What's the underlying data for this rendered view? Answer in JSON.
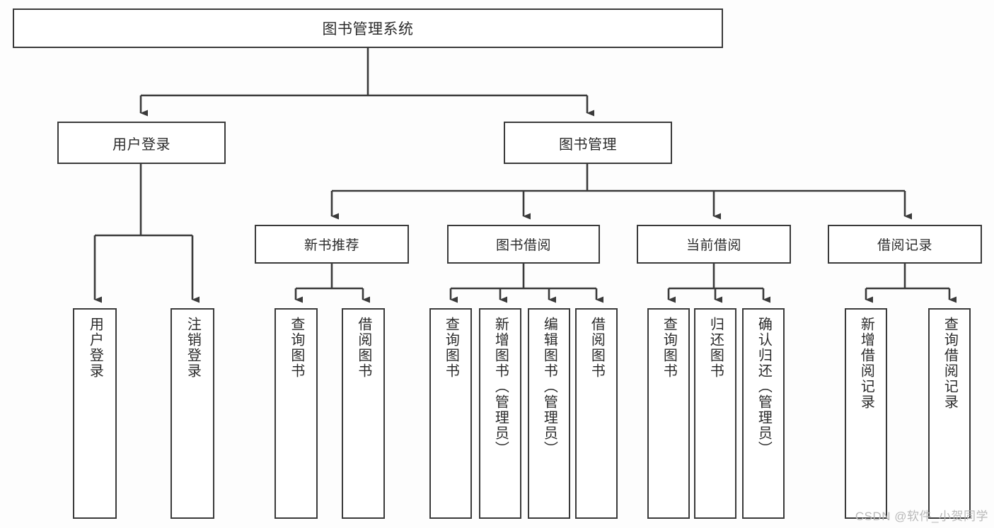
{
  "diagram": {
    "title": "图书管理系统",
    "watermark": "CSDN @软件_小贺同学",
    "colors": {
      "stroke": "#3a3a3a",
      "box_fill": "#ffffff",
      "text": "#2b2b2b",
      "background": "#fdfdfd",
      "watermark": "#b9b9b9"
    },
    "root": {
      "label": "图书管理系统"
    },
    "level1": [
      {
        "label": "用户登录"
      },
      {
        "label": "图书管理"
      }
    ],
    "level2": [
      {
        "label": "新书推荐"
      },
      {
        "label": "图书借阅"
      },
      {
        "label": "当前借阅"
      },
      {
        "label": "借阅记录"
      }
    ],
    "leaves": {
      "user_login": [
        {
          "label": "用户登录"
        },
        {
          "label": "注销登录"
        }
      ],
      "new_book_recommend": [
        {
          "label": "查询图书"
        },
        {
          "label": "借阅图书"
        }
      ],
      "book_borrow": [
        {
          "label": "查询图书"
        },
        {
          "label": "新增图书（管理员）"
        },
        {
          "label": "编辑图书（管理员）"
        },
        {
          "label": "借阅图书"
        }
      ],
      "current_borrow": [
        {
          "label": "查询图书"
        },
        {
          "label": "归还图书"
        },
        {
          "label": "确认归还（管理员）"
        }
      ],
      "borrow_record": [
        {
          "label": "新增借阅记录"
        },
        {
          "label": "查询借阅记录"
        }
      ]
    }
  }
}
